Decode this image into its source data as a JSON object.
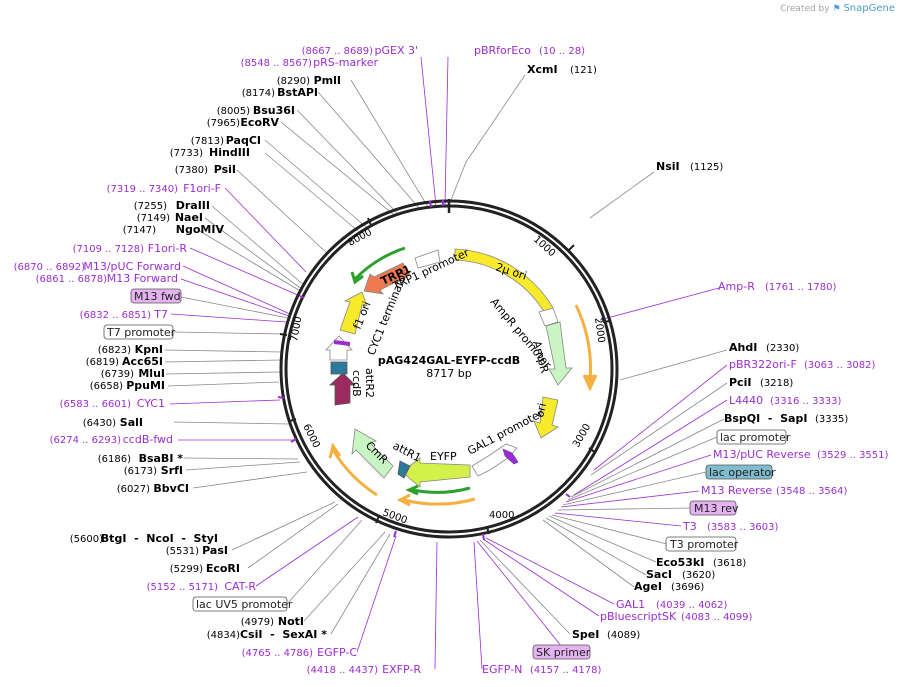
{
  "credit": {
    "prefix": "Created by",
    "brand": "SnapGene"
  },
  "plasmid": {
    "name": "pAG424GAL-EYFP-ccdB",
    "length": "8717 bp"
  },
  "ticks": [
    "1000",
    "2000",
    "3000",
    "4000",
    "5000",
    "6000",
    "7000",
    "8000"
  ],
  "enzymes": [
    {
      "pos": "(121)",
      "name": "XcmI"
    },
    {
      "pos": "(1125)",
      "name": "NsiI"
    },
    {
      "pos": "(2330)",
      "name": "AhdI"
    },
    {
      "pos": "(3218)",
      "name": "PciI"
    },
    {
      "pos": "(3335)",
      "name": "BspQI  -  SapI"
    },
    {
      "pos": "(3618)",
      "name": "Eco53kI"
    },
    {
      "pos": "(3620)",
      "name": "SacI"
    },
    {
      "pos": "(3696)",
      "name": "AgeI"
    },
    {
      "pos": "(4089)",
      "name": "SpeI"
    },
    {
      "pos": "(4834)",
      "name": "CsiI  -  SexAI *"
    },
    {
      "pos": "(4979)",
      "name": "NotI"
    },
    {
      "pos": "(5299)",
      "name": "EcoRI"
    },
    {
      "pos": "(5531)",
      "name": "PasI"
    },
    {
      "pos": "(5600)",
      "name": "BtgI  -  NcoI  -  StyI"
    },
    {
      "pos": "(6027)",
      "name": "BbvCI"
    },
    {
      "pos": "(6173)",
      "name": "SrfI"
    },
    {
      "pos": "(6186)",
      "name": "BsaBI *"
    },
    {
      "pos": "(6430)",
      "name": "SalI"
    },
    {
      "pos": "(6658)",
      "name": "PpuMI"
    },
    {
      "pos": "(6739)",
      "name": "MluI"
    },
    {
      "pos": "(6819)",
      "name": "Acc65I"
    },
    {
      "pos": "(6823)",
      "name": "KpnI"
    },
    {
      "pos": "(7147)",
      "name": "NgoMIV"
    },
    {
      "pos": "(7149)",
      "name": "NaeI"
    },
    {
      "pos": "(7255)",
      "name": "DraIII"
    },
    {
      "pos": "(7380)",
      "name": "PsiI"
    },
    {
      "pos": "(7733)",
      "name": "HindIII"
    },
    {
      "pos": "(7813)",
      "name": "PaqCI"
    },
    {
      "pos": "(7965)",
      "name": "EcoRV"
    },
    {
      "pos": "(8005)",
      "name": "Bsu36I"
    },
    {
      "pos": "(8174)",
      "name": "BstAPI"
    },
    {
      "pos": "(8290)",
      "name": "PmlI"
    }
  ],
  "features": [
    {
      "name": "pBRforEco",
      "range": "(10 .. 28)"
    },
    {
      "name": "pGEX 3'",
      "range": "(8667 .. 8689)"
    },
    {
      "name": "pRS-marker",
      "range": "(8548 .. 8567)"
    },
    {
      "name": "Amp-R",
      "range": "(1761 .. 1780)"
    },
    {
      "name": "pBR322ori-F",
      "range": "(3063 .. 3082)"
    },
    {
      "name": "L4440",
      "range": "(3316 .. 3333)"
    },
    {
      "name": "M13/pUC Reverse",
      "range": "(3529 .. 3551)"
    },
    {
      "name": "M13 Reverse",
      "range": "(3548 .. 3564)"
    },
    {
      "name": "T3",
      "range": "(3583 .. 3603)"
    },
    {
      "name": "GAL1",
      "range": "(4039 .. 4062)"
    },
    {
      "name": "pBluescriptSK",
      "range": "(4083 .. 4099)"
    },
    {
      "name": "EGFP-N",
      "range": "(4157 .. 4178)"
    },
    {
      "name": "EXFP-R",
      "range": "(4418 .. 4437)"
    },
    {
      "name": "EGFP-C",
      "range": "(4765 .. 4786)"
    },
    {
      "name": "CAT-R",
      "range": "(5152 .. 5171)"
    },
    {
      "name": "ccdB-fwd",
      "range": "(6274 .. 6293)"
    },
    {
      "name": "CYC1",
      "range": "(6583 .. 6601)"
    },
    {
      "name": "T7",
      "range": "(6832 .. 6851)"
    },
    {
      "name": "M13 Forward",
      "range": "(6861 .. 6878)"
    },
    {
      "name": "M13/pUC Forward",
      "range": "(6870 .. 6892)"
    },
    {
      "name": "F1ori-R",
      "range": "(7109 .. 7128)"
    },
    {
      "name": "F1ori-F",
      "range": "(7319 .. 7340)"
    }
  ],
  "boxes": {
    "lac_promoter": "lac promoter",
    "lac_operator": "lac operator",
    "m13_rev": "M13 rev",
    "t3_promoter": "T3 promoter",
    "sk_primer": "SK primer",
    "lac_uv5": "lac UV5 promoter",
    "t7_promoter": "T7 promoter",
    "m13_fwd": "M13 fwd"
  },
  "inner": {
    "two_micron": "2μ ori",
    "ampr_promoter": "AmpR promoter",
    "ampr": "AmpR",
    "ori": "ori",
    "gal1_promoter": "GAL1 promoter",
    "eyfp": "EYFP",
    "attr1": "attR1",
    "cmr": "CmR",
    "ccdb": "ccdB",
    "attr2": "attR2",
    "cyc1_term": "CYC1 terminator",
    "f1_ori": "f1 ori",
    "trp1_promoter": "TRP1 promoter",
    "trp1": "TRP1"
  },
  "colors": {
    "ring": "#222222",
    "feature_text": "#9b2dcf",
    "two_micron": "#f7ea2a",
    "ampr": "#c9f5c4",
    "ori": "#f7ea2a",
    "eyfp": "#d4f04a",
    "trp1": "#f07a50",
    "ccdb": "#9b2a5e",
    "attr": "#2b7a9b",
    "cmr": "#c9f5c4",
    "orange_arrow": "#f5b041",
    "green_arrow": "#2ea02e",
    "lac_operator_box": "#7fbccd",
    "primer_box": "#e6b3f2"
  }
}
